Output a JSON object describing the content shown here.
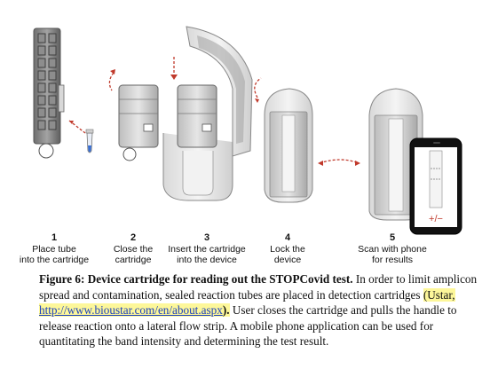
{
  "figure": {
    "steps": [
      {
        "num": "1",
        "line1": "Place tube",
        "line2": "into the cartridge"
      },
      {
        "num": "2",
        "line1": "Close the",
        "line2": "cartridge"
      },
      {
        "num": "3",
        "line1": "Insert the cartridge",
        "line2": "into the device"
      },
      {
        "num": "4",
        "line1": "Lock the",
        "line2": "device"
      },
      {
        "num": "5",
        "line1": "Scan with phone",
        "line2": "for results"
      }
    ],
    "phone_text": "+/−"
  },
  "caption": {
    "title": "Figure 6: Device cartridge for reading out the STOPCovid test.",
    "text1": " In order to limit amplicon spread and contamination, sealed reaction tubes are placed in detection cartridges ",
    "highlight_open": "(Ustar, ",
    "link": "http://www.biou­star.com/en/about.aspx",
    "highlight_close": ").",
    "text2": " User closes the cartridge and pulls the handle to release reaction onto a lateral flow strip. A mobile phone application can be used for quantitating the band intensity and determining the test result."
  }
}
